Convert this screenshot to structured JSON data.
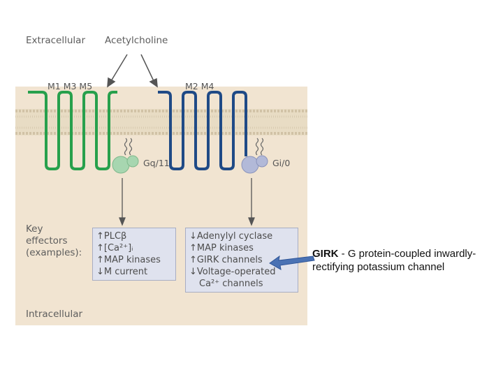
{
  "figure": {
    "labels": {
      "extracellular": "Extracellular",
      "acetylcholine": "Acetylcholine",
      "intracellular": "Intracellular",
      "key_effectors": [
        "Key",
        "effectors",
        "(examples):"
      ]
    },
    "receptors": [
      {
        "label": "M1  M3  M5",
        "gprotein": "Gq/11",
        "color": "#27a04c"
      },
      {
        "label": "M2  M4",
        "gprotein": "Gi/0",
        "color": "#1f4a86"
      }
    ],
    "effectors_left": [
      "↑PLCβ",
      "↑[Ca²⁺]ᵢ",
      "↑MAP kinases",
      "↓M current"
    ],
    "effectors_right": [
      "↓Adenylyl cyclase",
      "↑MAP kinases",
      "↑GIRK channels",
      "↓Voltage-operated",
      "Ca²⁺ channels"
    ]
  },
  "note": {
    "term": "GIRK",
    "definition": " - G protein-coupled inwardly-rectifying potassium channel"
  },
  "colors": {
    "panel_bg": "#f1e4d1",
    "membrane": "#e2d3ba",
    "green_receptor": "#27a04c",
    "blue_receptor": "#1f4a86",
    "arrow_blue": "#4a72b4"
  }
}
